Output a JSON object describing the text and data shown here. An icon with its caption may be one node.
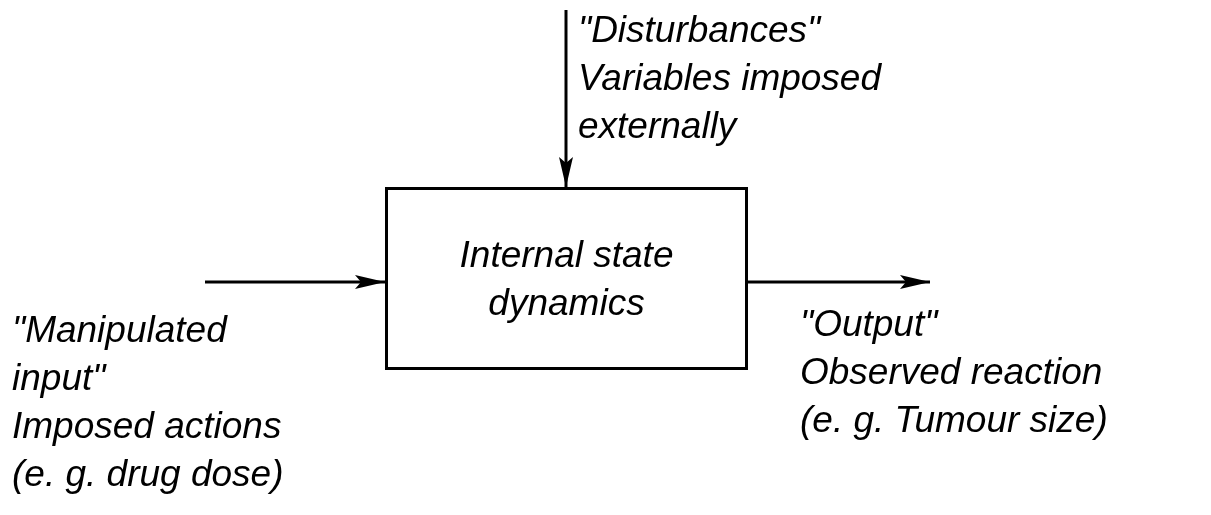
{
  "diagram": {
    "nodes": [
      {
        "text": [
          "Internal state dynamics"
        ]
      },
      {
        "text": [
          "\"Disturbances\"",
          "Variables imposed externally"
        ]
      },
      {
        "text": [
          "\"Manipulated input\"",
          "Imposed actions (e. g. drug dose)"
        ]
      },
      {
        "text": [
          "\"Output\"",
          "Observed reaction (e. g. Tumour size)"
        ]
      }
    ],
    "edges": [
      {
        "from": 1,
        "to": 0,
        "arrow": "to"
      },
      {
        "from": 2,
        "to": 0,
        "arrow": "to"
      },
      {
        "from": 0,
        "to": 3,
        "arrow": "to"
      }
    ]
  }
}
